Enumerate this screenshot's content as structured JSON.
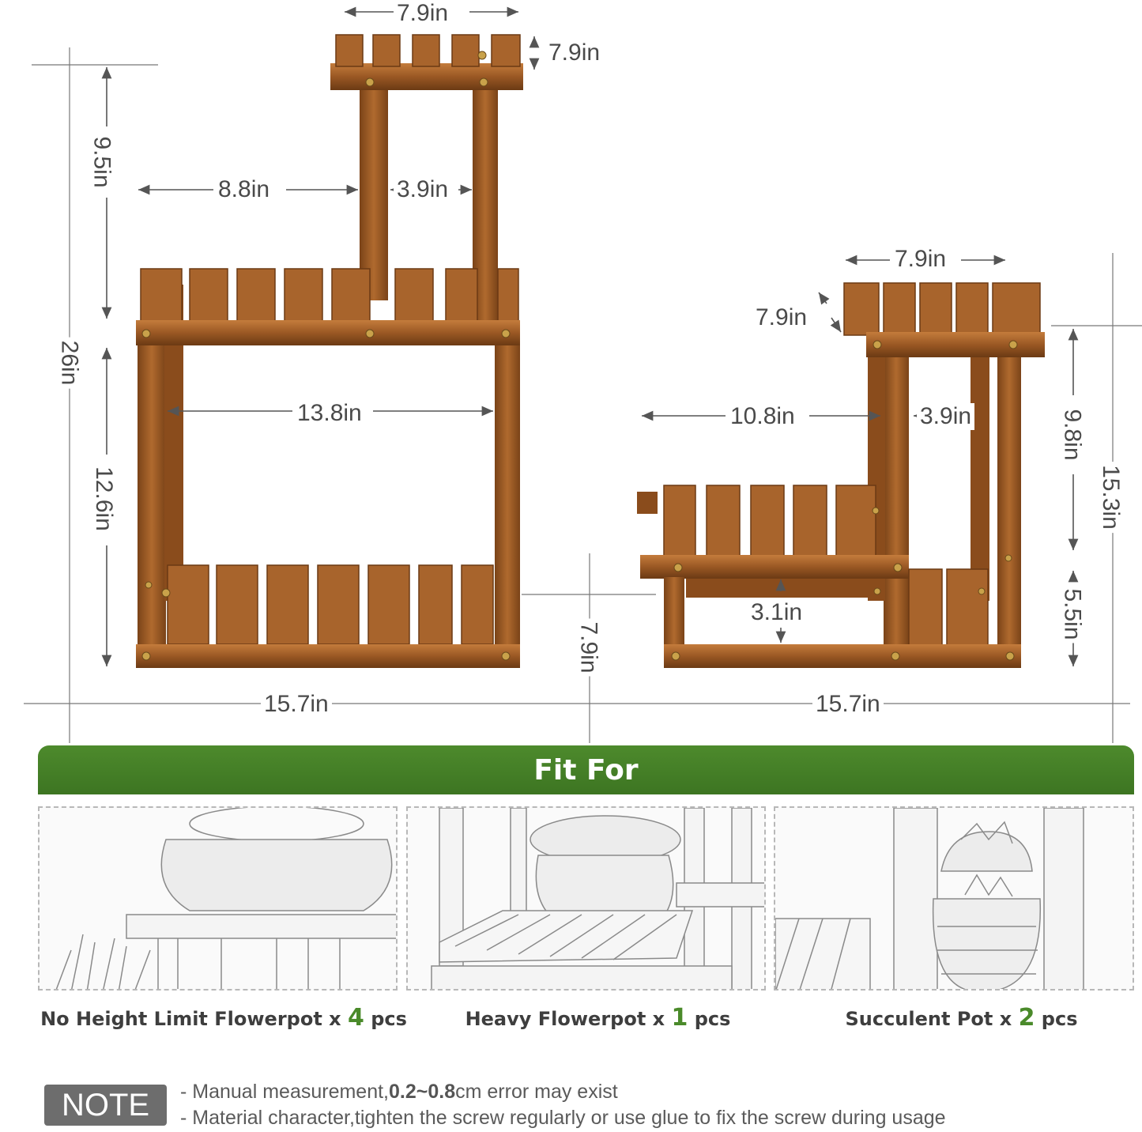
{
  "dimensions": {
    "left_top_shelf_width": "7.9in",
    "left_top_shelf_depth": "7.9in",
    "left_upper_height": "9.5in",
    "left_gap_to_post": "8.8in",
    "left_post_gap": "3.9in",
    "left_total_height": "26in",
    "left_inner_width": "13.8in",
    "left_lower_height": "12.6in",
    "left_base_width": "15.7in",
    "middle_depth": "7.9in",
    "right_top_shelf_width": "7.9in",
    "right_top_shelf_depth": "7.9in",
    "right_gap_to_post": "10.8in",
    "right_post_gap": "3.9in",
    "right_upper_height": "9.8in",
    "right_total_height": "15.3in",
    "right_mid_gap": "3.1in",
    "right_lower_height": "5.5in",
    "right_base_width": "15.7in"
  },
  "fit_for": {
    "title": "Fit For",
    "items": [
      {
        "label": "No Height Limit Flowerpot x",
        "count": "4",
        "unit": "pcs"
      },
      {
        "label": "Heavy Flowerpot x",
        "count": "1",
        "unit": "pcs"
      },
      {
        "label": "Succulent Pot x",
        "count": "2",
        "unit": "pcs"
      }
    ]
  },
  "note": {
    "badge": "NOTE",
    "line1_prefix": "- Manual measurement,",
    "line1_bold": "0.2~0.8",
    "line1_suffix": "cm error may exist",
    "line2": "- Material character,tighten the screw regularly or use glue to fix the screw during usage"
  },
  "colors": {
    "wood": "#9a5a24",
    "wood_dark": "#6b3a14",
    "wood_light": "#c27a3a",
    "banner_green": "#44802a",
    "count_green": "#4a8a2a",
    "dimension_text": "#4a4a4a"
  }
}
